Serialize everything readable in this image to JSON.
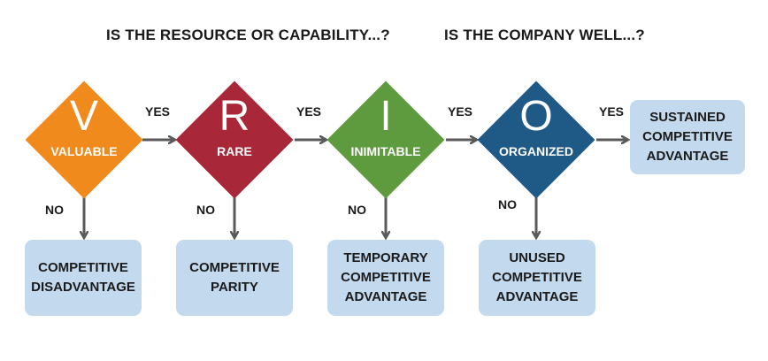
{
  "headers": {
    "left": "IS THE RESOURCE OR CAPABILITY...?",
    "right": "IS THE COMPANY WELL...?"
  },
  "steps": [
    {
      "letter": "V",
      "word": "VALUABLE",
      "color": "#f08a1c",
      "yes": "YES",
      "no": "NO",
      "outcome": "COMPETITIVE\nDISADVANTAGE"
    },
    {
      "letter": "R",
      "word": "RARE",
      "color": "#a8283a",
      "yes": "YES",
      "no": "NO",
      "outcome": "COMPETITIVE\nPARITY"
    },
    {
      "letter": "I",
      "word": "INIMITABLE",
      "color": "#5e9a3e",
      "yes": "YES",
      "no": "NO",
      "outcome": "TEMPORARY\nCOMPETITIVE\nADVANTAGE"
    },
    {
      "letter": "O",
      "word": "ORGANIZED",
      "color": "#1f5a86",
      "yes": "YES",
      "no": "NO",
      "outcome": "UNUSED\nCOMPETITIVE\nADVANTAGE"
    }
  ],
  "final_outcome": "SUSTAINED\nCOMPETITIVE\nADVANTAGE",
  "colors": {
    "box_fill": "#c3d9ee",
    "arrow": "#5a5a5a"
  }
}
